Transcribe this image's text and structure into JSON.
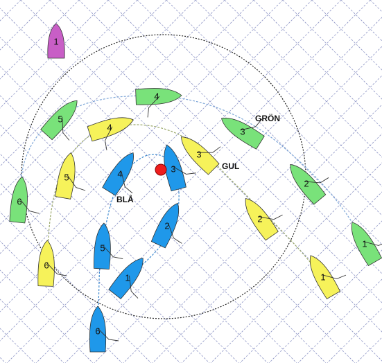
{
  "labels": {
    "green": "GRÖN",
    "yellow": "GUL",
    "blue": "BLÅ"
  },
  "colors": {
    "green": "#79e27a",
    "yellow": "#f6f25a",
    "blue": "#1f98ea",
    "purple": "#c85ec6",
    "mark": "#ee1d1d",
    "grid": "#8f96c6",
    "circle": "#222222",
    "track": "#7fa7d8",
    "outline": "#333333"
  },
  "committee_boat": {
    "number": "1"
  },
  "fleets": {
    "green": [
      "1",
      "2",
      "3",
      "4",
      "5",
      "6"
    ],
    "yellow": [
      "1",
      "2",
      "3",
      "4",
      "5",
      "6"
    ],
    "blue": [
      "1",
      "2",
      "3",
      "4",
      "5",
      "6"
    ]
  }
}
